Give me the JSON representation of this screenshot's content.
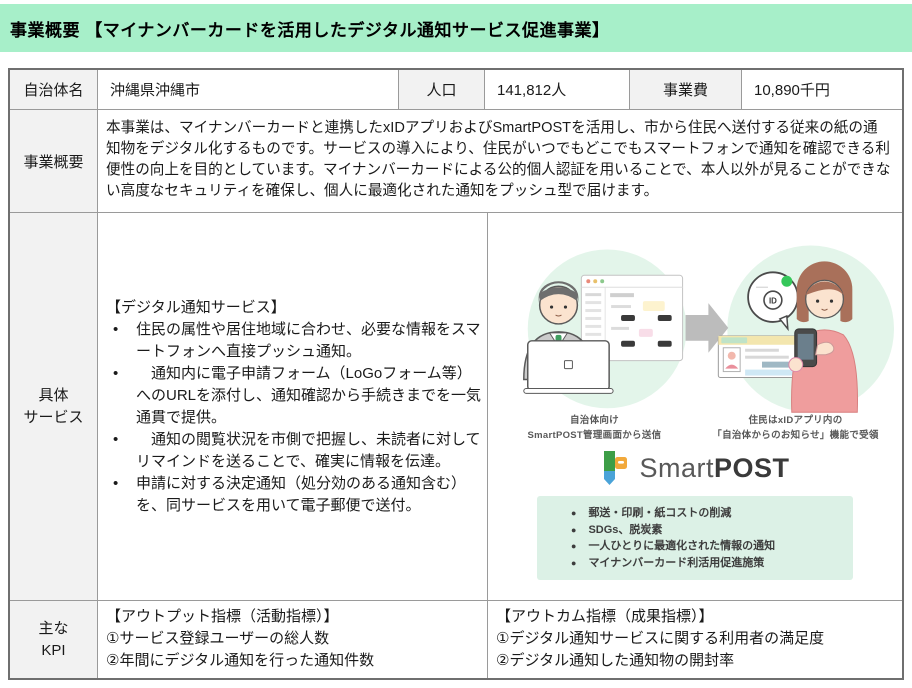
{
  "title": "事業概要 【マイナンバーカードを活用したデジタル通知サービス促進事業】",
  "info": {
    "municipality_label": "自治体名",
    "municipality": "沖縄県沖縄市",
    "population_label": "人口",
    "population": "141,812人",
    "budget_label": "事業費",
    "budget": "10,890千円"
  },
  "overview": {
    "label": "事業概要",
    "text": "本事業は、マイナンバーカードと連携したxIDアプリおよびSmartPOSTを活用し、市から住民へ送付する従来の紙の通知物をデジタル化するものです。サービスの導入により、住民がいつでもどこでもスマートフォンで通知を確認できる利便性の向上を目的としています。マイナンバーカードによる公的個人認証を用いることで、本人以外が見ることができない高度なセキュリティを確保し、個人に最適化された通知をプッシュ型で届けます。"
  },
  "services": {
    "label": "具体\nサービス",
    "heading": "【デジタル通知サービス】",
    "bullets": [
      "住民の属性や居住地域に合わせ、必要な情報をスマートフォンへ直接プッシュ通知。",
      "　通知内に電子申請フォーム（LoGoフォーム等）へのURLを添付し、通知確認から手続きまでを一気通貫で提供。",
      "　通知の閲覧状況を市側で把握し、未読者に対してリマインドを送ることで、確実に情報を伝達。",
      "申請に対する決定通知（処分効のある通知含む）を、同サービスを用いて電子郵便で送付。"
    ]
  },
  "figure": {
    "caption_sender": "自治体向け\nSmartPOST管理画面から送信",
    "caption_receiver": "住民はxIDアプリ内の\n「自治体からのお知らせ」機能で受領",
    "bubble_app_label": "ID",
    "logo_smart": "Smart",
    "logo_post": "POST",
    "benefits": [
      "郵送・印刷・紙コストの削減",
      "SDGs、脱炭素",
      "一人ひとりに最適化された情報の通知",
      "マイナンバーカード利活用促進施策"
    ]
  },
  "kpi": {
    "label": "主な\nKPI",
    "output_heading": "【アウトプット指標（活動指標）】",
    "output_items": [
      "①サービス登録ユーザーの総人数",
      "②年間にデジタル通知を行った通知件数"
    ],
    "outcome_heading": "【アウトカム指標（成果指標）】",
    "outcome_items": [
      "①デジタル通知サービスに関する利用者の満足度",
      "②デジタル通知した通知物の開封率"
    ]
  },
  "colors": {
    "header_green": "#a7efc9",
    "label_cell_gray": "#f2f2f2",
    "benefits_box_mint": "#dcf1e6",
    "illustration_mint": "#e3f5ea",
    "logo_green": "#3d9e47",
    "logo_orange": "#f2a93b",
    "logo_blue": "#4aa3d8",
    "notification_green": "#35c75a"
  }
}
